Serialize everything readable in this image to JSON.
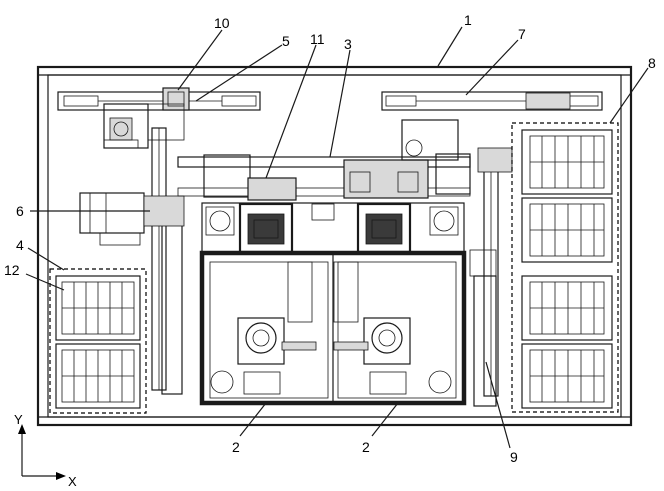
{
  "figure": {
    "callouts": [
      {
        "id": "c1",
        "label": "1"
      },
      {
        "id": "c2a",
        "label": "2"
      },
      {
        "id": "c2b",
        "label": "2"
      },
      {
        "id": "c3",
        "label": "3"
      },
      {
        "id": "c4",
        "label": "4"
      },
      {
        "id": "c5",
        "label": "5"
      },
      {
        "id": "c6",
        "label": "6"
      },
      {
        "id": "c7",
        "label": "7"
      },
      {
        "id": "c8",
        "label": "8"
      },
      {
        "id": "c9",
        "label": "9"
      },
      {
        "id": "c10",
        "label": "10"
      },
      {
        "id": "c11",
        "label": "11"
      },
      {
        "id": "c12",
        "label": "12"
      }
    ],
    "axes": {
      "y_label": "Y",
      "x_label": "X"
    }
  }
}
